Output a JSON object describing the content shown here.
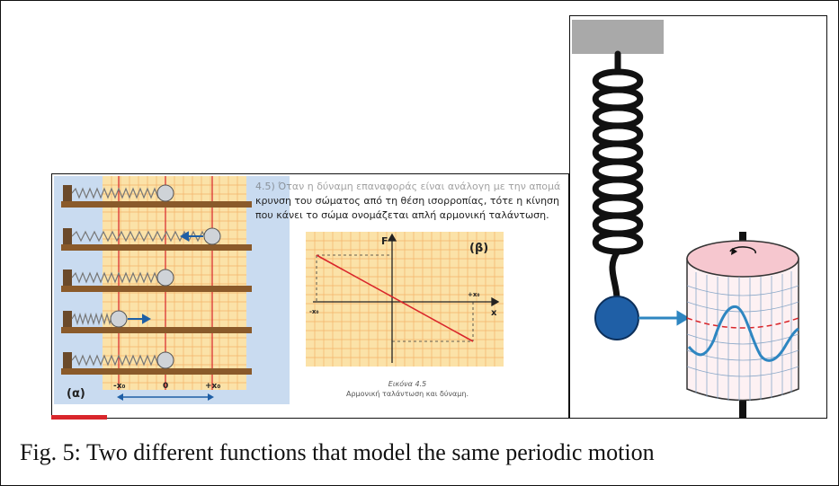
{
  "figure_caption": "Fig. 5: Two different functions that model the same periodic motion",
  "left_image": {
    "label_a": "(α)",
    "axis_labels": {
      "minus": "-x₀",
      "zero": "0",
      "plus": "+x₀"
    },
    "text_lines": [
      "4.5) Όταν η δύναμη επαναφοράς είναι ανάλογη με την απομά-",
      "κρυνση του σώματος από τη θέση ισορροπίας, τότε η κίνηση",
      "που κάνει το σώμα ονομάζεται απλή αρμονική ταλάντωση."
    ],
    "graph": {
      "label_b": "(β)",
      "y_label": "F",
      "x_label": "x",
      "minus_x": "-x₀",
      "plus_x": "+x₀"
    },
    "caption_title": "Εικόνα 4.5",
    "caption_text": "Αρμονική ταλάντωση και δύναμη."
  },
  "colors": {
    "grid_bg": "#fbe2a8",
    "grid_line": "#f2b36a",
    "shelf": "#8a5a2a",
    "blue_bg": "#c9dbf0",
    "red_line": "#d9262b",
    "mass_blue": "#1f5fa6",
    "drum_pink": "#f6c7cf",
    "trace_blue": "#2e86c1"
  }
}
